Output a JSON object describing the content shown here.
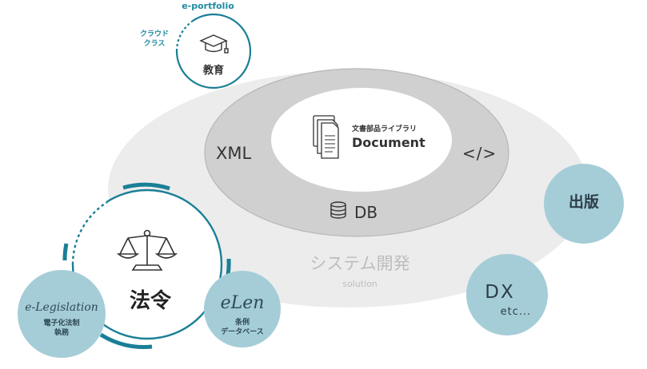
{
  "top_node": {
    "title": "e-portfolio",
    "cloud_label": "クラウド\nクラス",
    "label": "教育",
    "icon": "graduation-cap-icon"
  },
  "core": {
    "inner_label_small": "文書部品ライブラリ",
    "inner_label": "Document",
    "doc_icon": "document-stack-icon",
    "left_label": "XML",
    "right_label": "</>",
    "bottom_label": "DB",
    "db_icon": "database-icon"
  },
  "system": {
    "label": "システム開発",
    "sub": "solution"
  },
  "law": {
    "label": "法令",
    "icon": "scales-icon",
    "elegislation": {
      "title": "e-Legislation",
      "sub": "電子化法制\n執務"
    },
    "elen": {
      "title": "eLen",
      "sub": "条例\nデータベース"
    }
  },
  "publishing": {
    "label": "出版"
  },
  "dx": {
    "label": "DX",
    "sub": "etc..."
  },
  "colors": {
    "outer_ellipse": "#ececec",
    "ring": "#cfcfcf",
    "ring_stroke": "#b8b8b8",
    "inner": "#ffffff",
    "teal_dark": "#1a7f96",
    "teal_light": "#a5cdd8",
    "text_dark": "#333333",
    "text_grey": "#bdbdbd"
  }
}
